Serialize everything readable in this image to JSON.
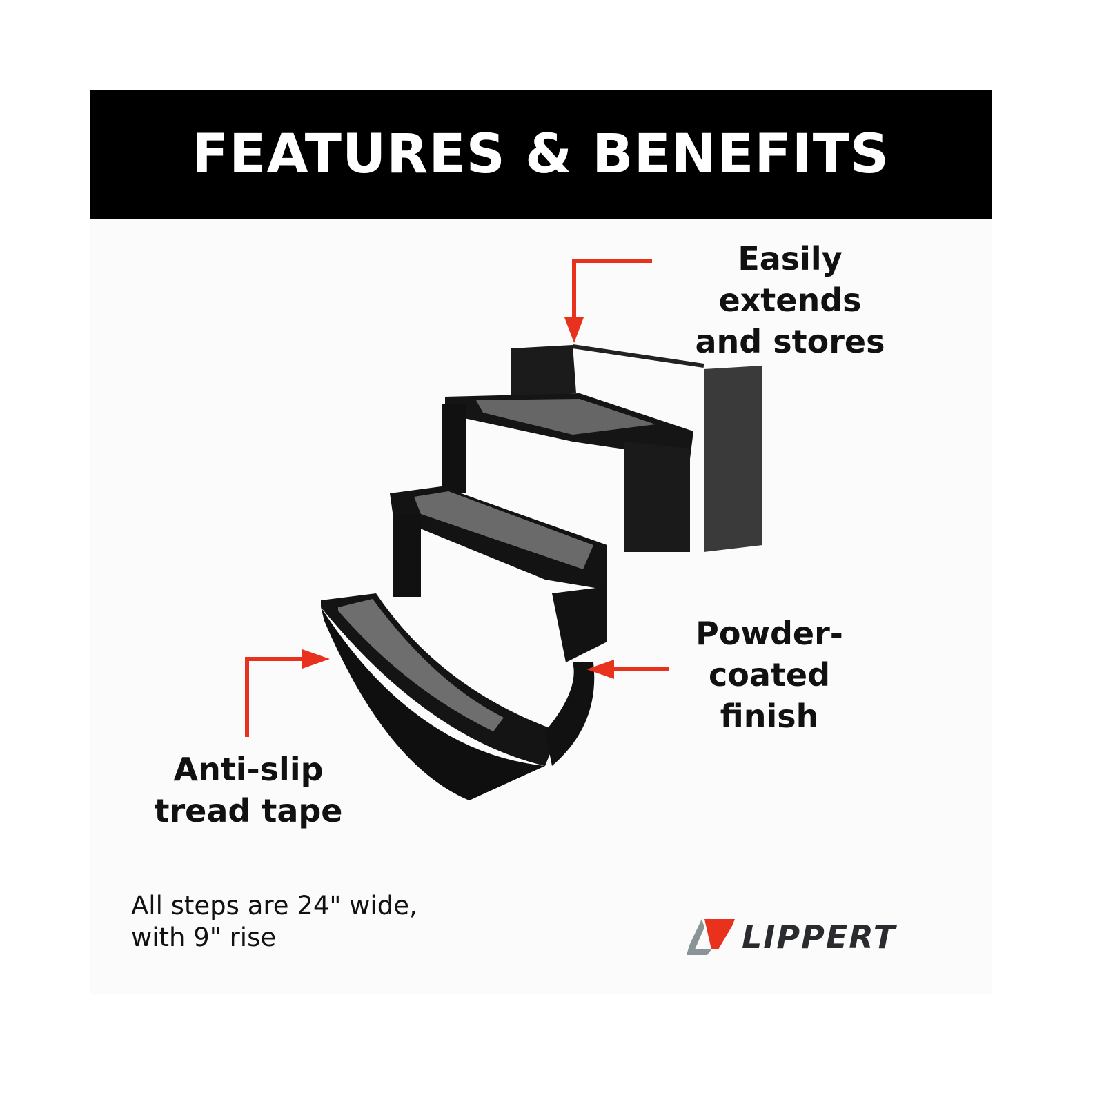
{
  "banner": {
    "title": "FEATURES & BENEFITS"
  },
  "callouts": [
    {
      "line1": "Easily extends",
      "line2": "and stores"
    },
    {
      "line1": "Powder-",
      "line2": "coated",
      "line3": "finish"
    },
    {
      "line1": "Anti-slip",
      "line2": "tread tape"
    }
  ],
  "note": {
    "line1": "All steps are 24\" wide,",
    "line2": "with 9\" rise"
  },
  "brand": {
    "name": "LIPPERT"
  },
  "colors": {
    "accent": "#e8321e",
    "banner": "#000000",
    "logo_gray": "#8a9497",
    "logo_dark": "#2a2b2e"
  }
}
